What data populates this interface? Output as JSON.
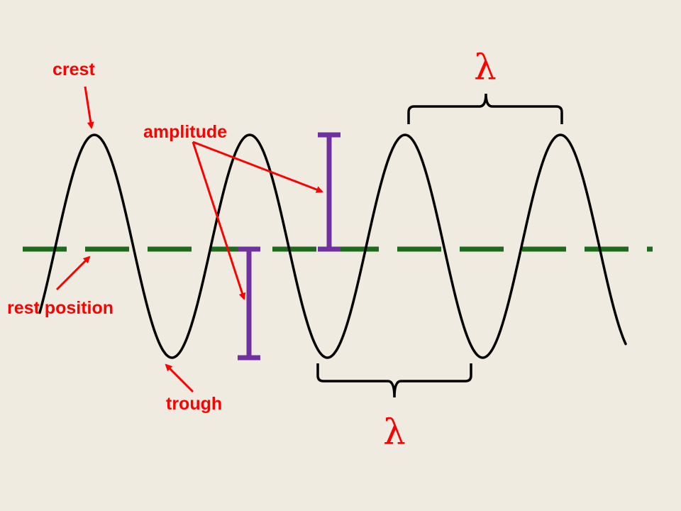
{
  "labels": {
    "crest": "crest",
    "amplitude": "amplitude",
    "rest_position": "rest position",
    "trough": "trough",
    "wavelength_top": "λ",
    "wavelength_bottom": "λ"
  },
  "colors": {
    "background": "#efebe0",
    "wave": "#000000",
    "rest_line": "#1e6b1e",
    "amplitude_bar": "#7030a0",
    "annotation": "#ff0000",
    "bracket": "#000000"
  }
}
